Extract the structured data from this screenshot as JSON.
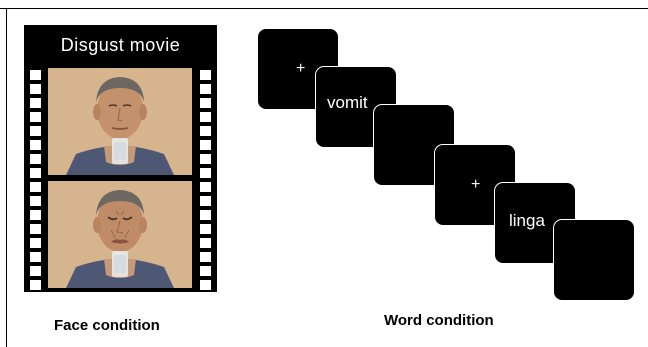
{
  "movie": {
    "title": "Disgust movie"
  },
  "word_sequence": [
    {
      "label": "+"
    },
    {
      "label": "vomit"
    },
    {
      "label": ""
    },
    {
      "label": "+"
    },
    {
      "label": "linga"
    },
    {
      "label": ""
    }
  ],
  "captions": {
    "face": "Face condition",
    "word": "Word condition"
  },
  "colors": {
    "film": "#000000",
    "word_square": "#000000",
    "background": "#ffffff"
  }
}
